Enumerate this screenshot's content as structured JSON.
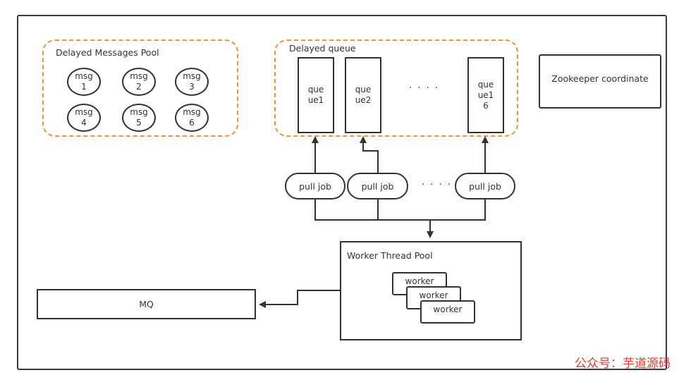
{
  "pool": {
    "title": "Delayed Messages Pool",
    "messages": [
      {
        "top": "msg",
        "bottom": "1"
      },
      {
        "top": "msg",
        "bottom": "2"
      },
      {
        "top": "msg",
        "bottom": "3"
      },
      {
        "top": "msg",
        "bottom": "4"
      },
      {
        "top": "msg",
        "bottom": "5"
      },
      {
        "top": "msg",
        "bottom": "6"
      }
    ]
  },
  "delayed_queue": {
    "title": "Delayed queue",
    "queues": [
      {
        "line1": "que",
        "line2": "ue1",
        "line3": ""
      },
      {
        "line1": "que",
        "line2": "ue2",
        "line3": ""
      },
      {
        "line1": "que",
        "line2": "ue1",
        "line3": "6"
      }
    ],
    "ellipsis": "· · · ·"
  },
  "zookeeper": {
    "label": "Zookeeper coordinate"
  },
  "pull_jobs": {
    "labels": [
      "pull job",
      "pull job",
      "pull job"
    ],
    "ellipsis": "· · · ·"
  },
  "worker_pool": {
    "title": "Worker Thread Pool",
    "workers": [
      "worker",
      "worker",
      "worker"
    ]
  },
  "mq": {
    "label": "MQ"
  },
  "watermark": "公众号：芋道源码",
  "colors": {
    "accent_dashed": "#e8962e",
    "watermark": "#e33b2e",
    "stroke": "#333333"
  }
}
